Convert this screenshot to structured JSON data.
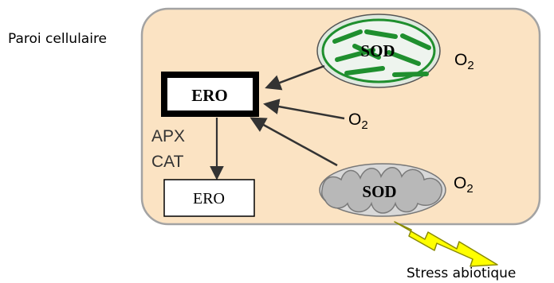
{
  "labels": {
    "cell_wall": "Paroi cellulaire",
    "abiotic_stress": "Stress abiotique",
    "ero_center": "ERO",
    "ero_detox": "ERO",
    "enzymes": [
      "APX",
      "CAT"
    ],
    "sod_chloroplast": "SOD",
    "sod_mitochondrion": "SOD",
    "o2_chloroplast_base": "O",
    "o2_chloroplast_sub": "2",
    "o2_cytosol_base": "O",
    "o2_cytosol_sub": "2",
    "o2_mitochondrion_base": "O",
    "o2_mitochondrion_sub": "2"
  },
  "colors": {
    "cell_fill": "#fbe3c3",
    "cell_border": "#a3a3a3",
    "chloroplast_stroke": "#1f8f2e",
    "chloroplast_fill": "#dfe9df",
    "mitochondrion_fill": "#b8b8b8",
    "lightning_fill": "#ffff00",
    "lightning_stroke": "#8a8a00",
    "arrow": "#333333",
    "text": "#000000"
  }
}
